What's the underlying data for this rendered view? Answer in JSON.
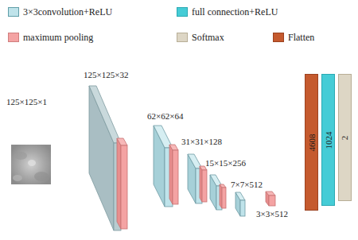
{
  "diagram": {
    "nodes": [
      {
        "text": [
          "4608"
        ]
      },
      {
        "text": [
          "1024"
        ]
      },
      {
        "text": [
          "2"
        ]
      }
    ],
    "labels": [
      "125×125×1",
      "125×125×32",
      "62×62×64",
      "31×31×128",
      "15×15×256",
      "7×7×512",
      "3×3×512"
    ],
    "legend": [
      {
        "text": "3×3convolution+ReLU",
        "color": "#bfe3ea"
      },
      {
        "text": "full connection+ReLU",
        "color": "#45ccd6"
      },
      {
        "text": "maximum pooling",
        "color": "#f4a3a3"
      },
      {
        "text": "Softmax",
        "color": "#ddd6c5"
      },
      {
        "text": "Flatten",
        "color": "#c55a2e"
      }
    ]
  }
}
